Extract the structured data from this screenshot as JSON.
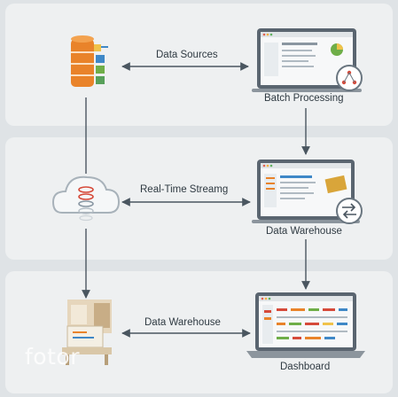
{
  "edges": {
    "top": "Data Sources",
    "middle": "Real-Time Streamg",
    "bottom": "Data Warehouse"
  },
  "nodes": {
    "batch": "Batch Processing",
    "warehouse": "Data Warehouse",
    "dashboard": "Dashboard"
  },
  "watermark": "fotor",
  "colors": {
    "panel": "#eef0f1",
    "background": "#dfe3e6",
    "arrow": "#4a5660",
    "accent_orange": "#e9832a",
    "accent_blue": "#3f88c7"
  }
}
